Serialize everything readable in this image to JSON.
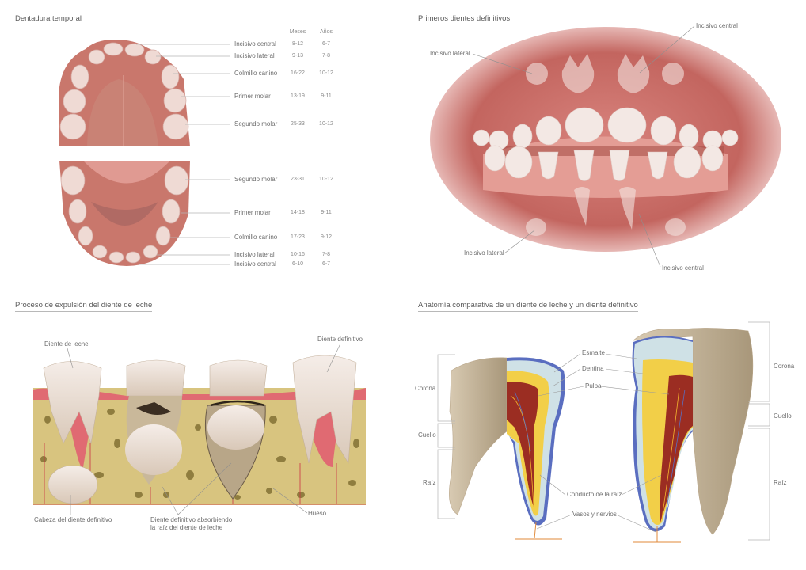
{
  "panels": {
    "temporal": {
      "title": "Dentadura temporal",
      "columns": {
        "months": "Meses",
        "years": "Años"
      },
      "upper": [
        {
          "name": "Incisivo central",
          "months": "8-12",
          "years": "6-7"
        },
        {
          "name": "Incisivo lateral",
          "months": "9-13",
          "years": "7-8"
        },
        {
          "name": "Colmillo canino",
          "months": "16-22",
          "years": "10-12"
        },
        {
          "name": "Primer molar",
          "months": "13-19",
          "years": "9-11"
        },
        {
          "name": "Segundo molar",
          "months": "25-33",
          "years": "10-12"
        }
      ],
      "lower": [
        {
          "name": "Segundo molar",
          "months": "23-31",
          "years": "10-12"
        },
        {
          "name": "Primer molar",
          "months": "14-18",
          "years": "9-11"
        },
        {
          "name": "Colmillo canino",
          "months": "17-23",
          "years": "9-12"
        },
        {
          "name": "Incisivo lateral",
          "months": "10-16",
          "years": "7-8"
        },
        {
          "name": "Incisivo central",
          "months": "6-10",
          "years": "6-7"
        }
      ]
    },
    "definitivos": {
      "title": "Primeros dientes definitivos",
      "labels": {
        "upper_lateral": "Incisivo lateral",
        "upper_central": "Incisivo central",
        "lower_lateral": "Incisivo lateral",
        "lower_central": "Incisivo central"
      }
    },
    "expulsion": {
      "title": "Proceso de expulsión del diente de leche",
      "labels": {
        "milk_tooth": "Diente de leche",
        "permanent_tooth": "Diente definitivo",
        "permanent_head": "Cabeza del diente definitivo",
        "absorbing_line1": "Diente definitivo absorbiendo",
        "absorbing_line2": "la raíz del diente de leche",
        "bone": "Hueso"
      }
    },
    "anatomia": {
      "title": "Anatomía comparativa de un diente de leche y un diente definitivo",
      "labels": {
        "enamel": "Esmalte",
        "dentin": "Dentina",
        "pulp": "Pulpa",
        "root_canal": "Conducto de la raíz",
        "vessels": "Vasos y nervios"
      },
      "left_regions": {
        "crown": "Corona",
        "neck": "Cuello",
        "root": "Raíz"
      },
      "right_regions": {
        "crown": "Corona",
        "neck": "Cuello",
        "root": "Raíz"
      }
    }
  },
  "colors": {
    "gum": "#c9716a",
    "gum_dark": "#a9544e",
    "tooth": "#efe2dc",
    "bone": "#d6c27a",
    "bone_hole": "#8c7a3c",
    "gingiva": "#e0536a",
    "enamel": "#cfe1e6",
    "dentin": "#f2cf48",
    "pulp": "#9b2d22",
    "root_outer": "#c6b49a",
    "nerve_blue": "#5a6ec0"
  }
}
